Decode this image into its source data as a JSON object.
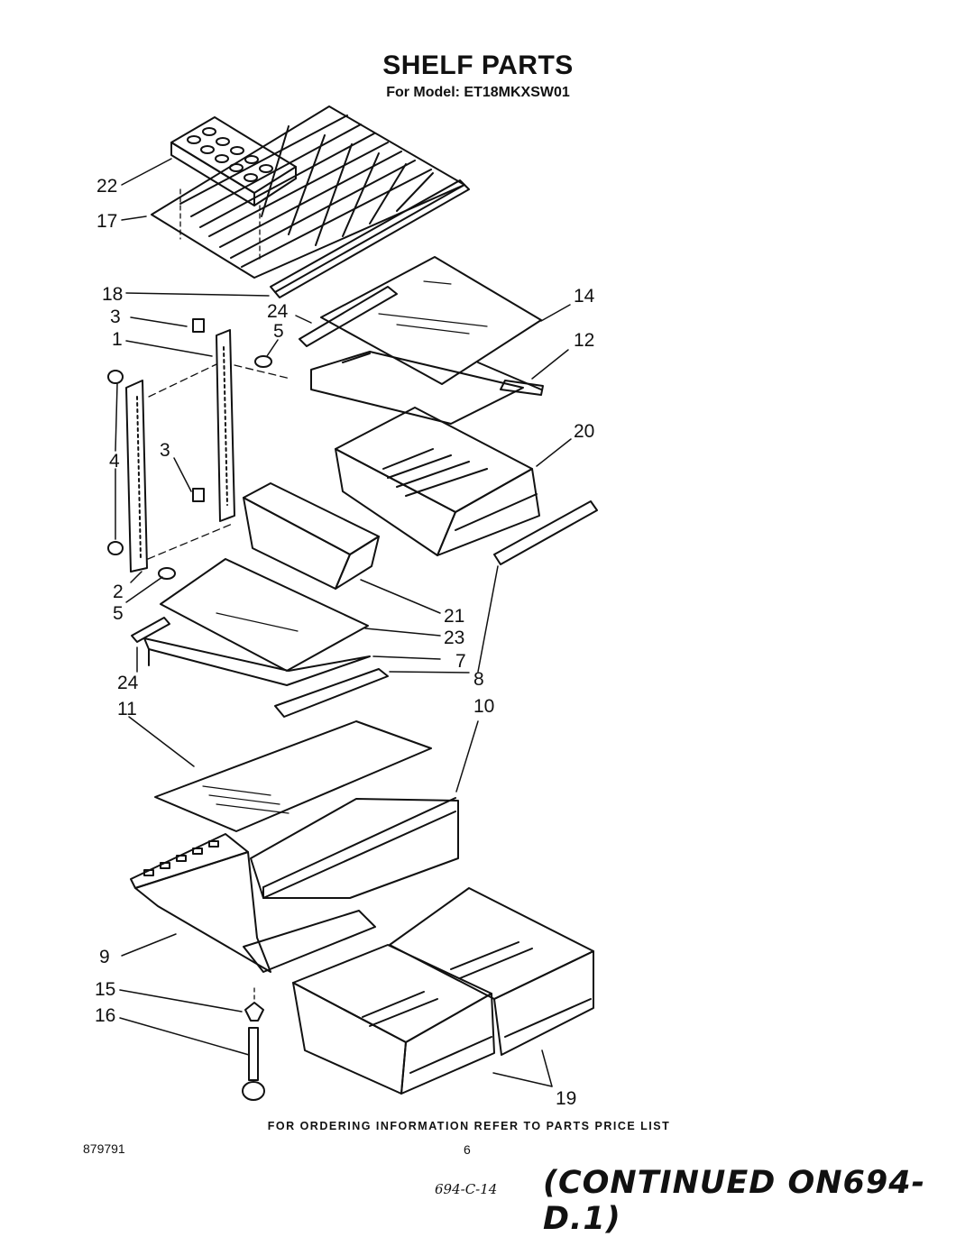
{
  "title": "SHELF PARTS",
  "subtitle": "For Model: ET18MKXSW01",
  "callouts": [
    {
      "id": "22",
      "text": "22"
    },
    {
      "id": "17",
      "text": "17"
    },
    {
      "id": "18",
      "text": "18"
    },
    {
      "id": "24a",
      "text": "24"
    },
    {
      "id": "14",
      "text": "14"
    },
    {
      "id": "3a",
      "text": "3"
    },
    {
      "id": "5a",
      "text": "5"
    },
    {
      "id": "1",
      "text": "1"
    },
    {
      "id": "12",
      "text": "12"
    },
    {
      "id": "4",
      "text": "4"
    },
    {
      "id": "3b",
      "text": "3"
    },
    {
      "id": "20",
      "text": "20"
    },
    {
      "id": "2",
      "text": "2"
    },
    {
      "id": "5b",
      "text": "5"
    },
    {
      "id": "21",
      "text": "21"
    },
    {
      "id": "23",
      "text": "23"
    },
    {
      "id": "7",
      "text": "7"
    },
    {
      "id": "24b",
      "text": "24"
    },
    {
      "id": "8",
      "text": "8"
    },
    {
      "id": "11",
      "text": "11"
    },
    {
      "id": "10",
      "text": "10"
    },
    {
      "id": "9",
      "text": "9"
    },
    {
      "id": "15",
      "text": "15"
    },
    {
      "id": "16",
      "text": "16"
    },
    {
      "id": "19",
      "text": "19"
    }
  ],
  "footer": "FOR ORDERING INFORMATION REFER TO PARTS PRICE LIST",
  "doc_number": "879791",
  "page_number": "6",
  "handwritten_note": "694-C-14",
  "continued": "(CONTINUED ON694-D.1)"
}
